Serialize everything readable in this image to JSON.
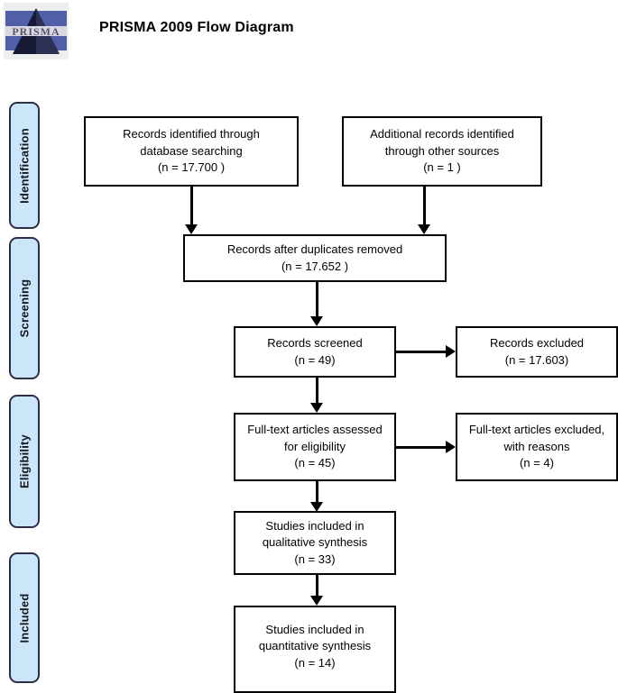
{
  "header": {
    "logo_alt": "prisma-logo",
    "logo_wordmark": "PRISMA",
    "title": "PRISMA 2009 Flow Diagram"
  },
  "colors": {
    "stage_pill_fill": "#cce6f9",
    "stage_pill_border": "#2b2f45",
    "box_border": "#000000",
    "box_fill": "#ffffff",
    "connector": "#000000"
  },
  "stages": [
    {
      "id": "identification",
      "label": "Identification"
    },
    {
      "id": "screening",
      "label": "Screening"
    },
    {
      "id": "eligibility",
      "label": "Eligibility"
    },
    {
      "id": "included",
      "label": "Included"
    }
  ],
  "boxes": {
    "records_identified": {
      "line1": "Records identified through",
      "line2": "database searching",
      "line3": "(n =  17.700 )"
    },
    "additional_records": {
      "line1": "Additional records identified",
      "line2": "through other sources",
      "line3": "(n =  1 )"
    },
    "duplicates_removed": {
      "line1": "Records after duplicates removed",
      "line2": "(n = 17.652  )"
    },
    "records_screened": {
      "line1": "Records screened",
      "line2": "(n = 49)"
    },
    "records_excluded": {
      "line1": "Records excluded",
      "line2": "(n = 17.603)"
    },
    "fulltext_assessed": {
      "line1": "Full-text articles assessed",
      "line2": "for eligibility",
      "line3": "(n = 45)"
    },
    "fulltext_excluded": {
      "line1": "Full-text articles excluded,",
      "line2": "with reasons",
      "line3": "(n = 4)"
    },
    "qualitative_synthesis": {
      "line1": "Studies included in",
      "line2": "qualitative synthesis",
      "line3": "(n = 33)"
    },
    "quantitative_synthesis": {
      "line1": "Studies included in",
      "line2": "quantitative synthesis",
      "line3": "(n = 14)"
    }
  }
}
